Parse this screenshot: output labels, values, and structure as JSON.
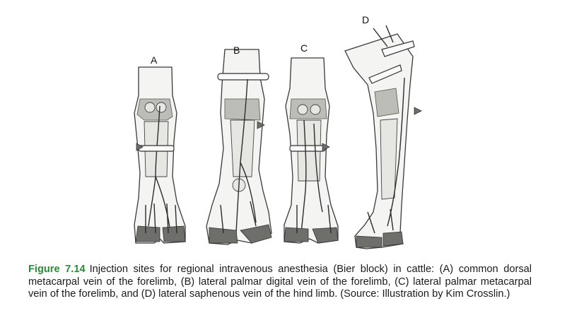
{
  "figure": {
    "labels": {
      "a": "A",
      "b": "B",
      "c": "C",
      "d": "D"
    }
  },
  "caption": {
    "number": "Figure 7.14",
    "text": "Injection sites for regional intravenous anesthesia (Bier block) in cattle: (A) common dorsal metacarpal vein of the forelimb, (B) lateral palmar digital vein of the forelimb, (C) lateral palmar metacarpal vein of the forelimb, and (D) lateral saphenous vein of the hind limb. (Source: Illustration by Kim Crosslin.)"
  }
}
